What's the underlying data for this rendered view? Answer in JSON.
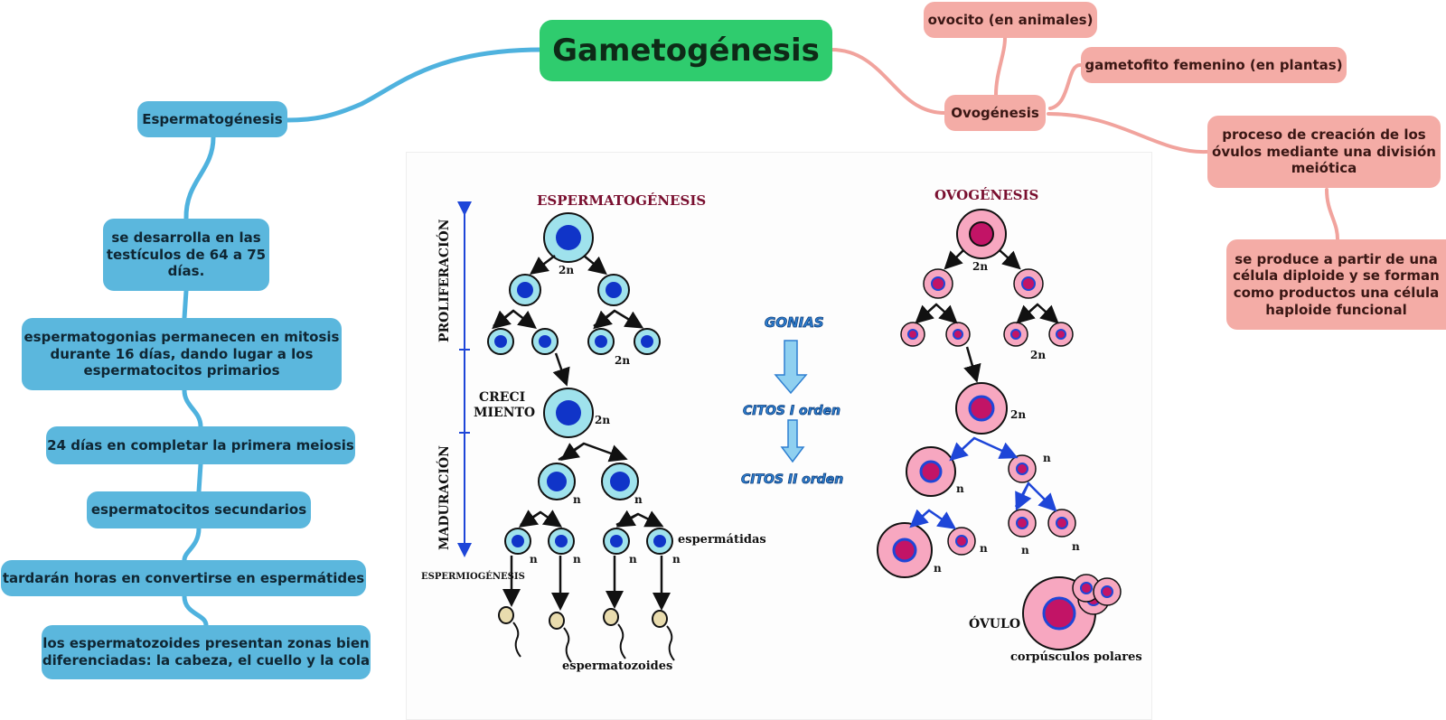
{
  "root": {
    "title": "Gametogénesis"
  },
  "espermatogenesis_branch": {
    "label": "Espermatogénesis",
    "items": [
      "se desarrolla en las testículos de 64 a 75 días.",
      "espermatogonias permanecen en mitosis durante 16 días, dando lugar a los espermatocitos primarios",
      "24 días en completar la primera meiosis",
      "espermatocitos secundarios",
      "tardarán horas en convertirse en espermátides",
      "los espermatozoides presentan zonas bien diferenciadas: la cabeza, el cuello y la cola"
    ]
  },
  "ovogenesis_branch": {
    "label": "Ovogénesis",
    "items": [
      "ovocito (en animales)",
      "gametofito femenino (en plantas)",
      "proceso de creación de los óvulos mediante una división meiótica",
      "se produce a partir de una célula diploide y se forman como productos una célula haploide funcional"
    ]
  },
  "figure": {
    "esp_title": "ESPERMATOGÉNESIS",
    "ovo_title": "OVOGÉNESIS",
    "proliferacion": "PROLIFERACIÓN",
    "crecimiento_1": "CRECI",
    "crecimiento_2": "MIENTO",
    "maduracion": "MADURACIÓN",
    "espermiogenesis": "ESPERMIOGÉNESIS",
    "gonias": "GONIAS",
    "citos1": "CITOS I orden",
    "citos2": "CITOS II orden",
    "espermatidas": "espermátidas",
    "espermatozoides": "espermatozoides",
    "ovulo": "ÓVULO",
    "corpusculos": "corpúsculos polares",
    "two_n": "2n",
    "n": "n"
  },
  "colors": {
    "root": "#2fcc6e",
    "blue_branch": "#5bb7dd",
    "pink_branch": "#f4aca6",
    "blue_line": "#4fb2de",
    "pink_line": "#f1a39d"
  }
}
